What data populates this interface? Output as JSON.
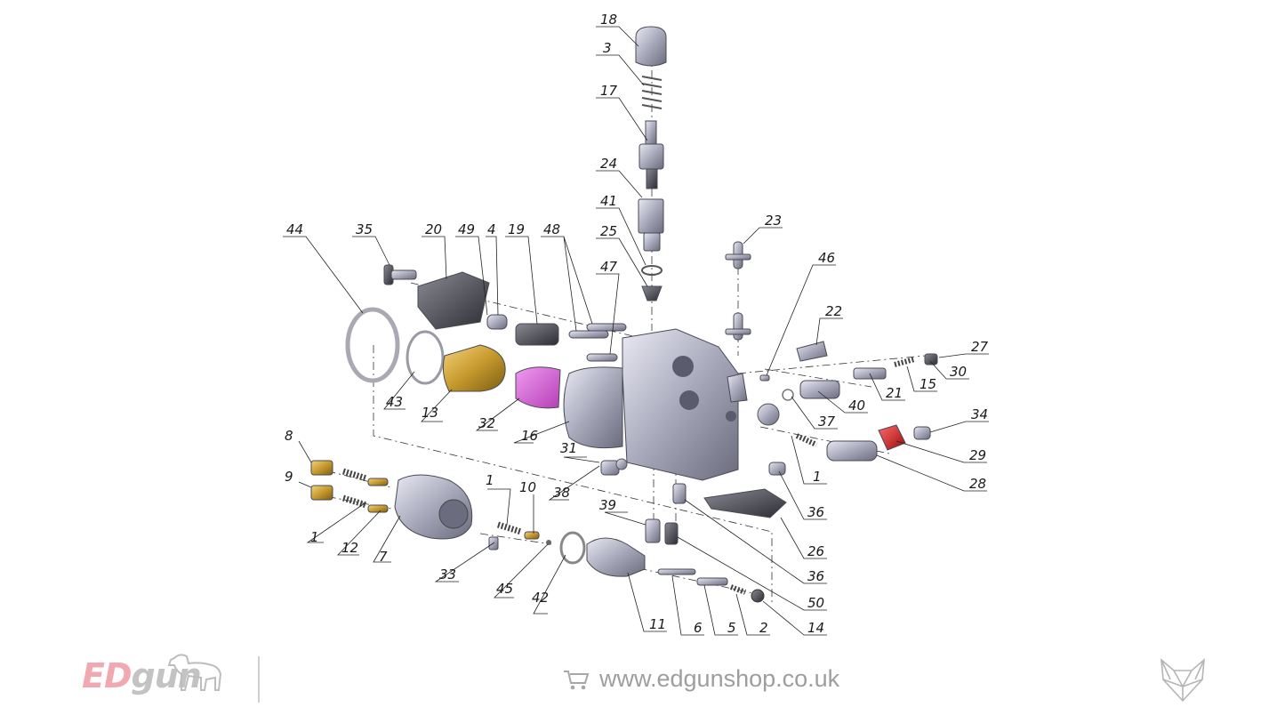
{
  "diagram": {
    "callouts": [
      "18",
      "3",
      "17",
      "24",
      "41",
      "25",
      "23",
      "44",
      "35",
      "20",
      "49",
      "4",
      "19",
      "48",
      "47",
      "46",
      "22",
      "27",
      "30",
      "15",
      "21",
      "40",
      "37",
      "34",
      "29",
      "28",
      "1",
      "36",
      "26",
      "36",
      "50",
      "14",
      "2",
      "5",
      "6",
      "11",
      "42",
      "45",
      "33",
      "10",
      "1",
      "12",
      "7",
      "1",
      "9",
      "8",
      "38",
      "31",
      "16",
      "32",
      "13",
      "43",
      "39"
    ]
  },
  "footer": {
    "logo_ed": "ED",
    "logo_gun": "gun",
    "url": "www.edgunshop.co.uk",
    "icons": [
      "dog-icon",
      "cart-icon",
      "wolf-icon"
    ],
    "colors": {
      "logo_ed": "#f2a8b0",
      "logo_gun": "#c3c3c3",
      "url": "#9e9e9e"
    }
  }
}
